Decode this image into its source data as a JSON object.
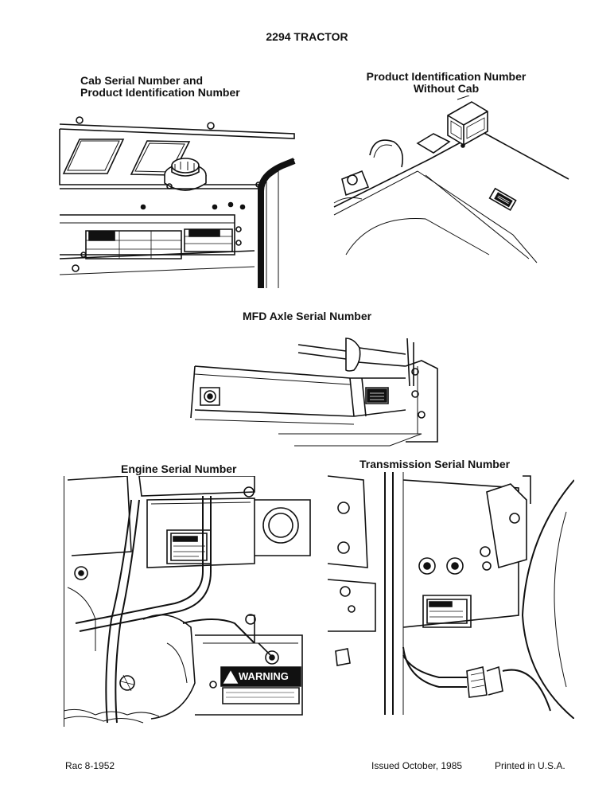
{
  "page": {
    "title": "2294 TRACTOR"
  },
  "figures": [
    {
      "id": "cab",
      "caption_lines": [
        "Cab Serial Number and",
        "Product Identification Number"
      ],
      "icon": "cab-serial-plates-illustration"
    },
    {
      "id": "pin",
      "caption_lines": [
        "Product Identification Number",
        "Without Cab"
      ],
      "icon": "hood-pin-plate-illustration"
    },
    {
      "id": "mfd",
      "caption_lines": [
        "MFD Axle Serial Number"
      ],
      "icon": "mfd-axle-illustration"
    },
    {
      "id": "engine",
      "caption_lines": [
        "Engine Serial Number"
      ],
      "icon": "engine-block-illustration",
      "warning_label": "WARNING"
    },
    {
      "id": "transmission",
      "caption_lines": [
        "Transmission Serial Number"
      ],
      "icon": "transmission-housing-illustration"
    }
  ],
  "footer": {
    "doc_number": "Rac 8-1952",
    "issued": "Issued October, 1985",
    "printed": "Printed in U.S.A."
  }
}
